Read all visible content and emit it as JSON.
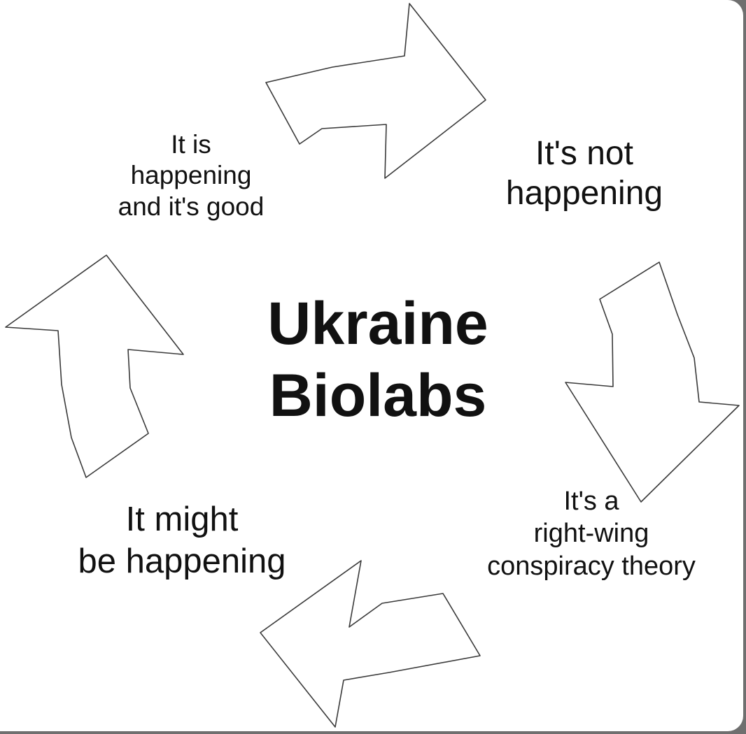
{
  "center_topic": [
    "Ukraine",
    "Biolabs"
  ],
  "stages": [
    {
      "id": "it-is-happening-and-good",
      "lines": [
        "It is",
        "happening",
        "and it's good"
      ]
    },
    {
      "id": "its-not-happening",
      "lines": [
        "It's not",
        "happening"
      ]
    },
    {
      "id": "right-wing-conspiracy",
      "lines": [
        "It's a",
        "right-wing",
        "conspiracy theory"
      ]
    },
    {
      "id": "it-might-be-happening",
      "lines": [
        "It might",
        "be happening"
      ]
    }
  ],
  "colors": {
    "background": "#ffffff",
    "arrow_fill": "#ffffff",
    "arrow_stroke": "#3a3a3a",
    "text": "#111111",
    "frame": "#6f6f6f"
  }
}
